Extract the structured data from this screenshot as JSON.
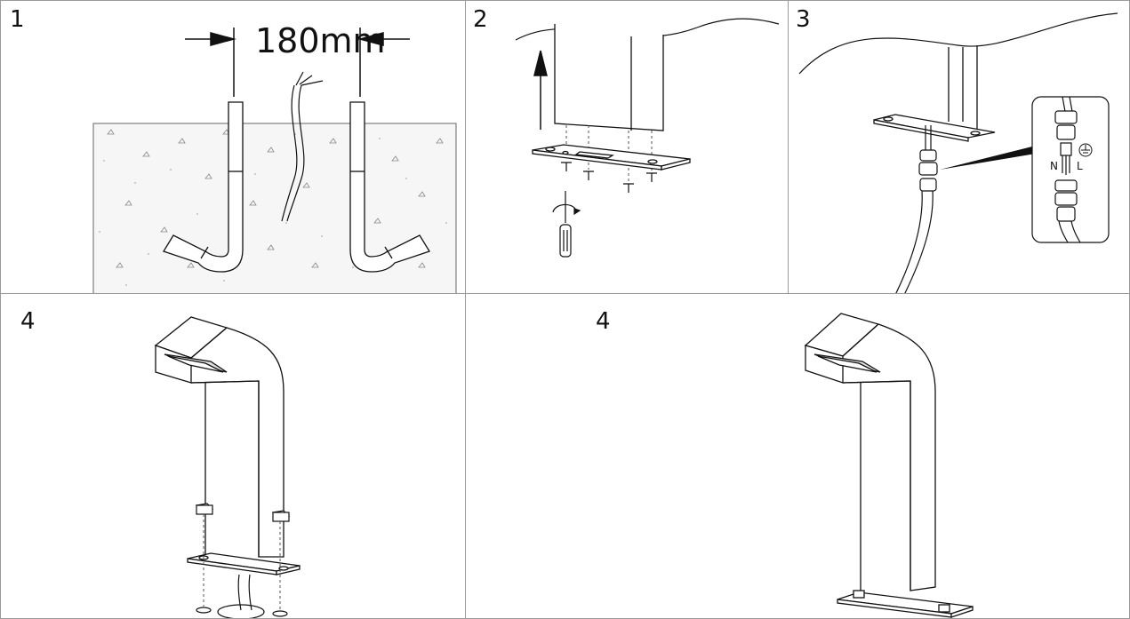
{
  "panels": [
    {
      "step": "1",
      "dimension": "180mm"
    },
    {
      "step": "2"
    },
    {
      "step": "3",
      "wire_labels": {
        "neutral": "N",
        "live": "L"
      },
      "ground_symbol": "ground-symbol-icon"
    },
    {
      "step": "4"
    },
    {
      "step": "4"
    }
  ],
  "colors": {
    "line": "#111111",
    "border": "#9a9a9a",
    "concrete": "#f3f3f3"
  }
}
